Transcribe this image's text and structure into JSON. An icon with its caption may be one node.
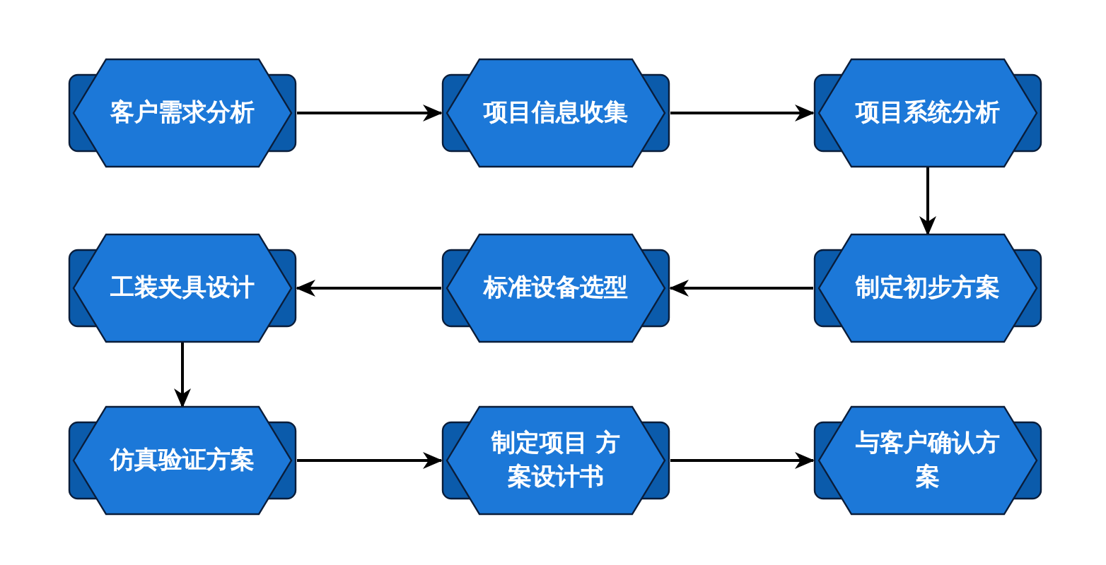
{
  "diagram": {
    "nodes": [
      {
        "text": [
          "客户需求分析"
        ]
      },
      {
        "text": [
          "项目信息收集"
        ]
      },
      {
        "text": [
          "项目系统分析"
        ]
      },
      {
        "text": [
          "工装夹具设计"
        ]
      },
      {
        "text": [
          "标准设备选型"
        ]
      },
      {
        "text": [
          "制定初步方案"
        ]
      },
      {
        "text": [
          "仿真验证方案"
        ]
      },
      {
        "text": [
          "制定项目 方案设计书"
        ]
      },
      {
        "text": [
          "与客户确认方案"
        ]
      }
    ],
    "edges": [
      {
        "from": 0,
        "to": 1,
        "arrow": "to"
      },
      {
        "from": 1,
        "to": 2,
        "arrow": "to"
      },
      {
        "from": 2,
        "to": 5,
        "arrow": "to"
      },
      {
        "from": 5,
        "to": 4,
        "arrow": "to"
      },
      {
        "from": 4,
        "to": 3,
        "arrow": "to"
      },
      {
        "from": 3,
        "to": 6,
        "arrow": "to"
      },
      {
        "from": 6,
        "to": 7,
        "arrow": "to"
      },
      {
        "from": 7,
        "to": 8,
        "arrow": "to"
      }
    ]
  }
}
